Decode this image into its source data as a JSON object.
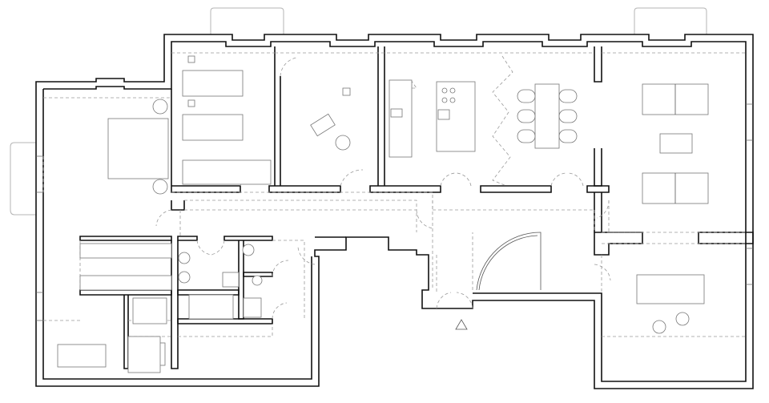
{
  "title": "",
  "rooms": [
    {
      "id": "master-bedroom",
      "kind": "bedroom"
    },
    {
      "id": "twin-bedroom",
      "kind": "bedroom"
    },
    {
      "id": "study",
      "kind": "room"
    },
    {
      "id": "kitchen-dining",
      "kind": "kitchen"
    },
    {
      "id": "living-room",
      "kind": "living"
    },
    {
      "id": "corridor",
      "kind": "hall"
    },
    {
      "id": "entrance-hall",
      "kind": "entrance"
    },
    {
      "id": "bathroom-a",
      "kind": "bathroom"
    },
    {
      "id": "bathroom-b",
      "kind": "bathroom"
    },
    {
      "id": "wardrobe-room",
      "kind": "storage"
    },
    {
      "id": "family-room",
      "kind": "room"
    },
    {
      "id": "utility-bath",
      "kind": "bathroom"
    }
  ],
  "entrance_marker": "triangle-icon",
  "colors": {
    "wall": "#111111",
    "fixture": "#777777",
    "hidden_line": "#9a9a9a",
    "exterior": "#b5b5b5"
  }
}
